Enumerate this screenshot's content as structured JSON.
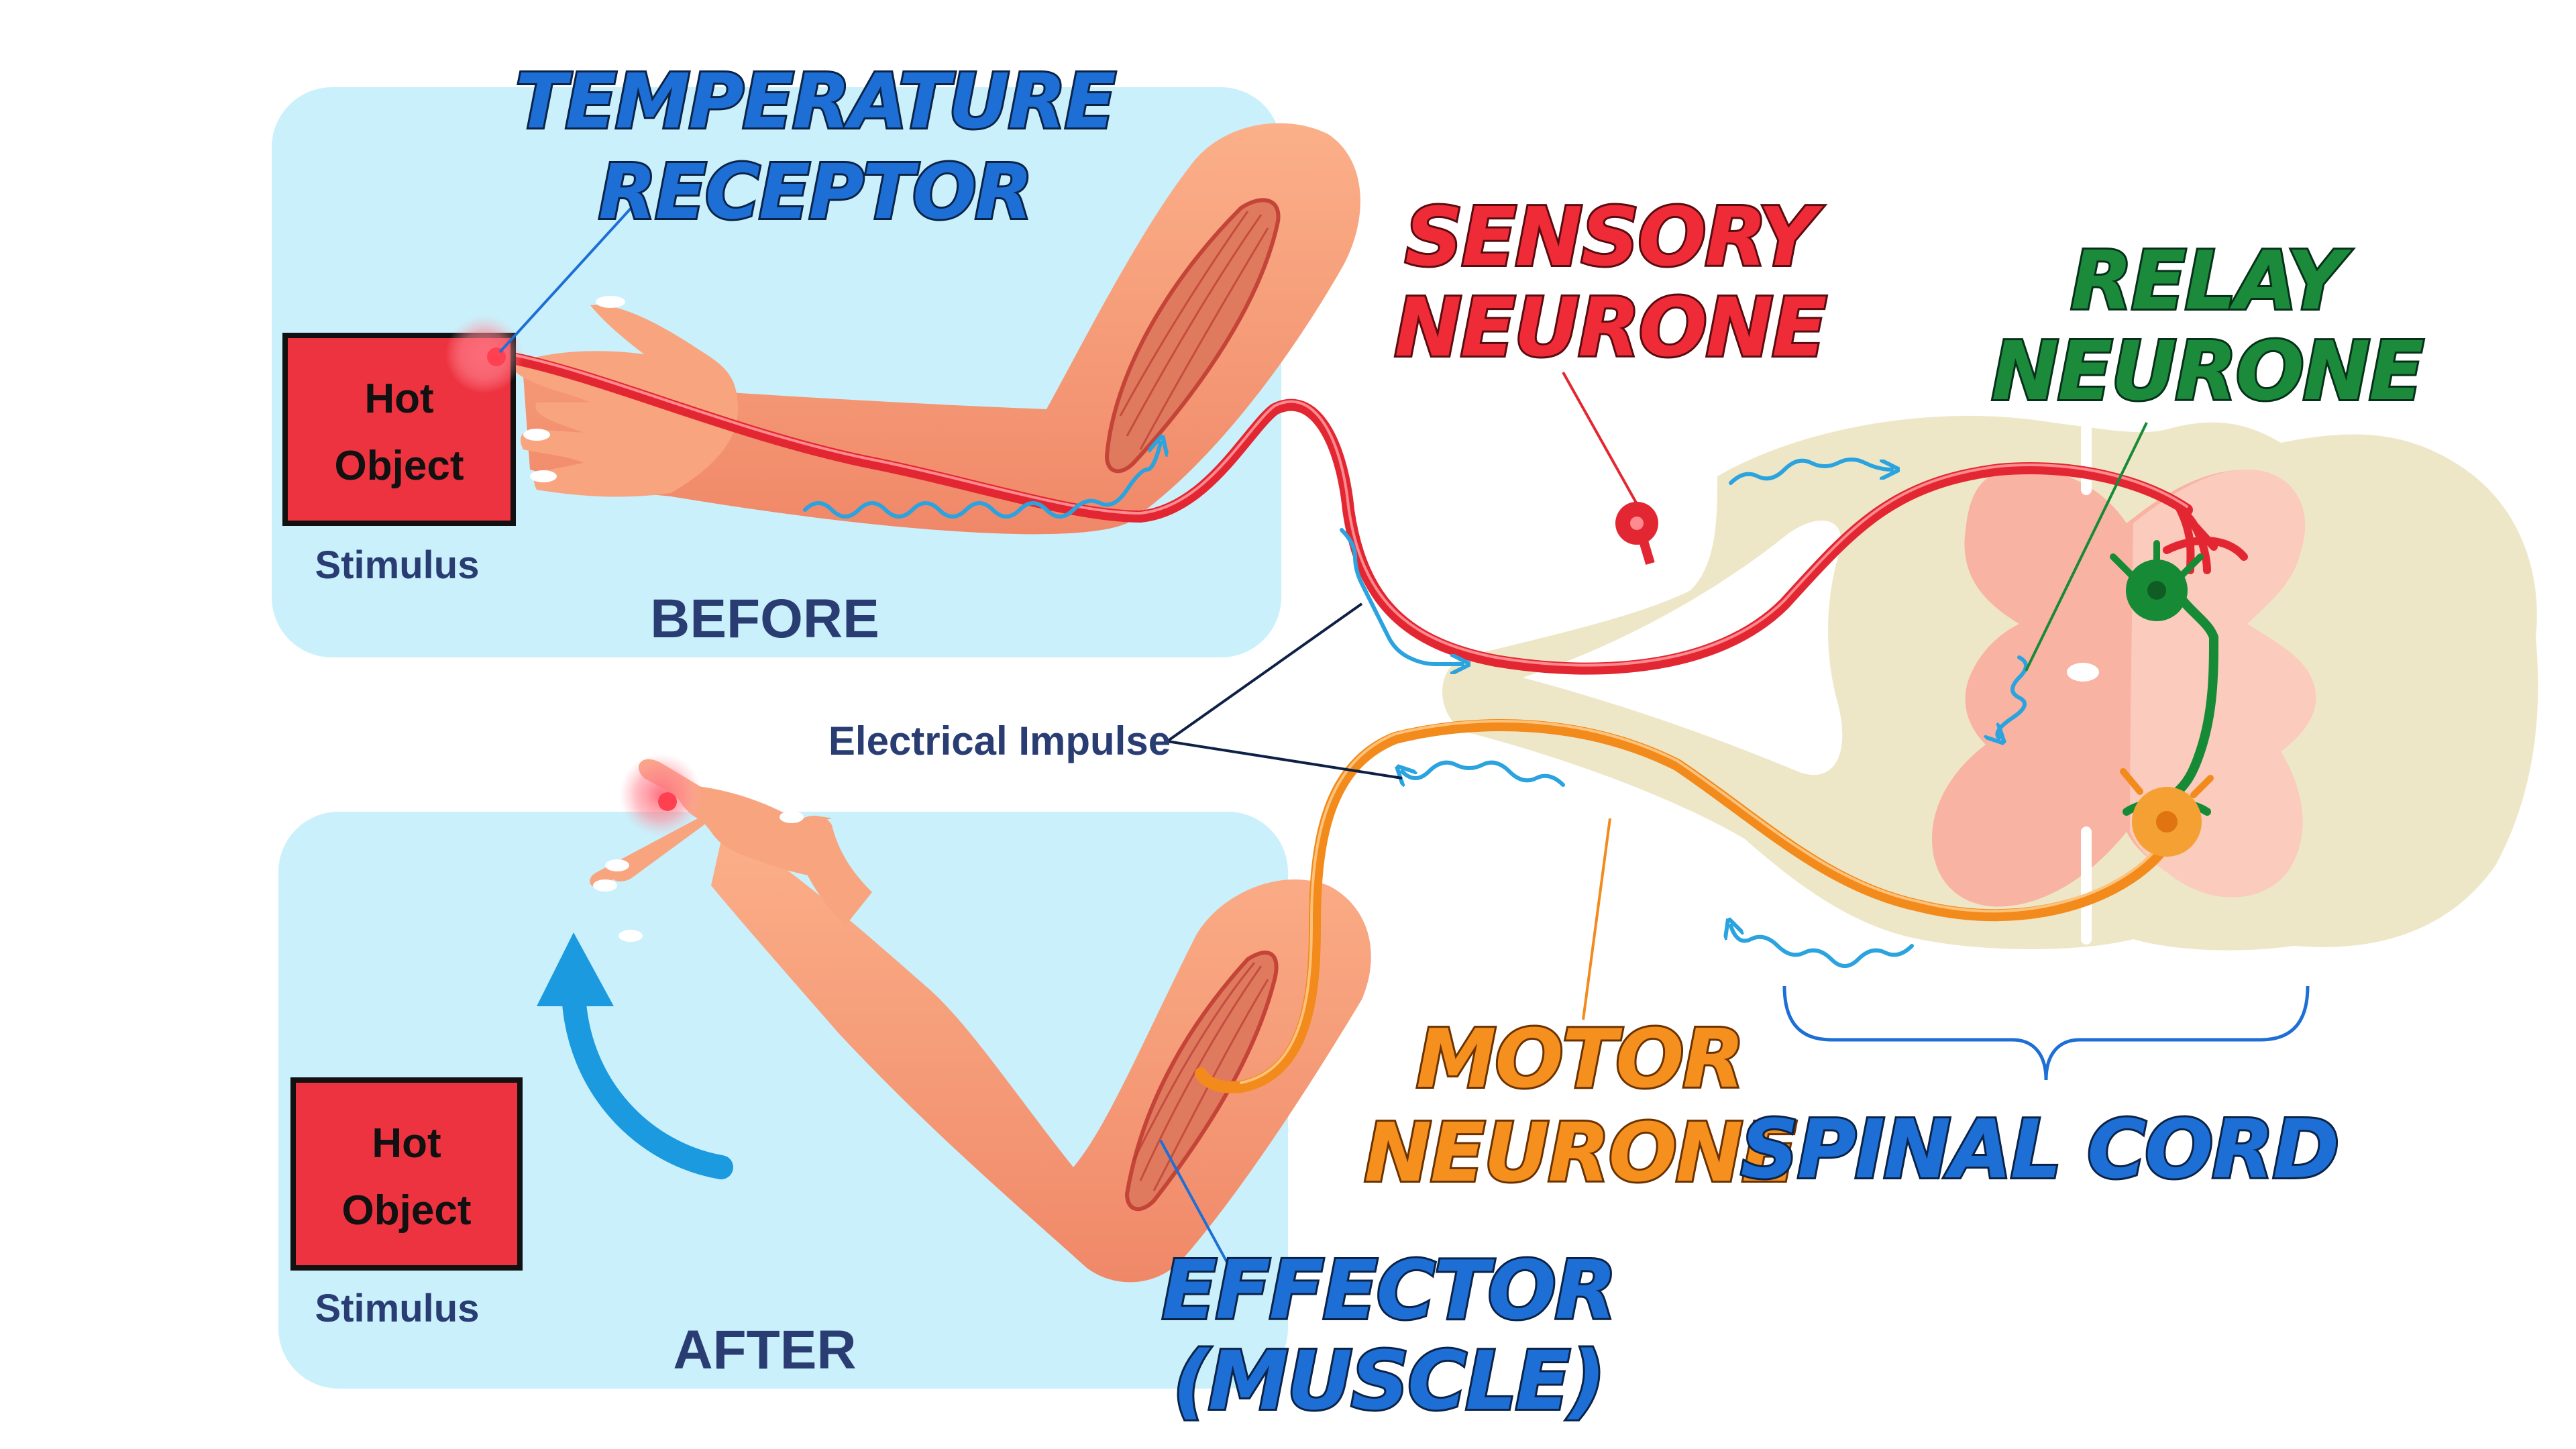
{
  "labels": {
    "temperature_receptor": [
      "TEMPERATURE",
      "RECEPTOR"
    ],
    "sensory_neurone": [
      "SENSORY",
      "NEURONE"
    ],
    "relay_neurone": [
      "RELAY",
      "NEURONE"
    ],
    "motor_neurone": [
      "MOTOR",
      "NEURONE"
    ],
    "spinal_cord": "SPINAL CORD",
    "effector": [
      "EFFECTOR",
      "(MUSCLE)"
    ],
    "electrical_impulse": "Electrical Impulse"
  },
  "before_panel": {
    "title": "BEFORE",
    "object_label": [
      "Hot",
      "Object"
    ],
    "stimulus_label": "Stimulus"
  },
  "after_panel": {
    "title": "AFTER",
    "object_label": [
      "Hot",
      "Object"
    ],
    "stimulus_label": "Stimulus"
  },
  "colors": {
    "panel": "#c9f0fb",
    "skin": "#f6a07a",
    "hot_object": "#ee3340",
    "sensory": "#e32732",
    "relay": "#178a36",
    "motor": "#f28a1c",
    "impulse": "#2ba3df",
    "grey_matter": "#f8b3a3",
    "white_matter": "#eee7c7"
  }
}
